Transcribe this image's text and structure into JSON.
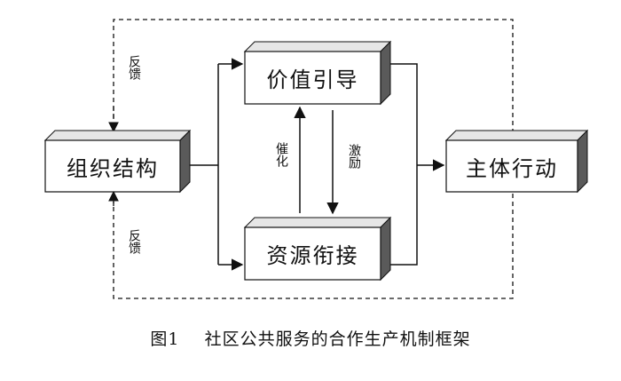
{
  "diagram": {
    "nodes": {
      "org_structure": "组织结构",
      "value_guidance": "价值引导",
      "resource_linkage": "资源衔接",
      "subject_action": "主体行动"
    },
    "edge_labels": {
      "feedback_top": "反馈",
      "feedback_bottom": "反馈",
      "catalyze": "催化",
      "motivate": "激励"
    }
  },
  "caption": {
    "number": "图1",
    "title": "社区公共服务的合作生产机制框架"
  }
}
